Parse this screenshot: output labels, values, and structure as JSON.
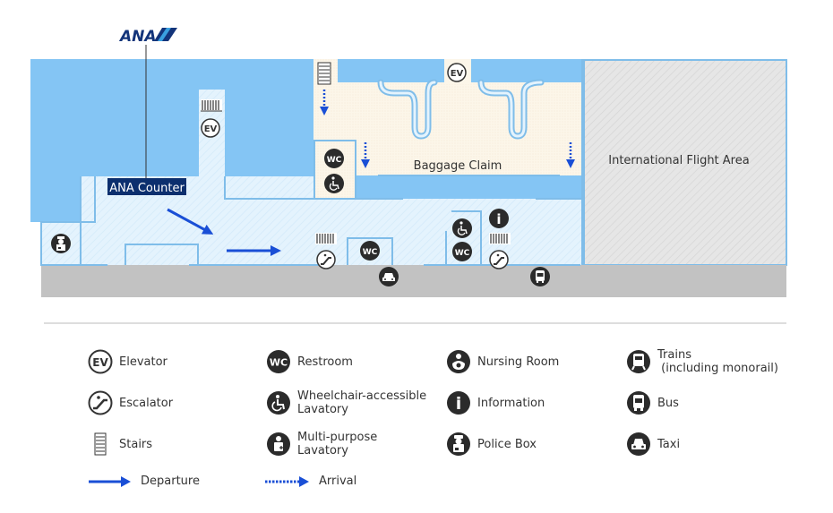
{
  "brand": {
    "logo_text": "ANA",
    "color": "#13347a"
  },
  "map": {
    "counter_label": "ANA Counter",
    "baggage_claim_label": "Baggage Claim",
    "international_area_label": "International Flight Area",
    "colors": {
      "outdoor_blue": "#84c5f4",
      "floor_light": "#e4f3fd",
      "baggage_floor": "#fbf5e8",
      "international_gray": "#e2e2e2",
      "road_gray": "#c2c2c2",
      "wall": "#7fbde9",
      "arrow_blue": "#1a4fd6",
      "icon_dark": "#2b2b2b"
    }
  },
  "legend": {
    "elevator": "Elevator",
    "escalator": "Escalator",
    "stairs": "Stairs",
    "departure": "Departure",
    "restroom": "Restroom",
    "wheelchair_line1": "Wheelchair-accessible",
    "wheelchair_line2": "Lavatory",
    "multipurpose_line1": "Multi-purpose",
    "multipurpose_line2": "Lavatory",
    "arrival": "Arrival",
    "nursing": "Nursing Room",
    "information": "Information",
    "police": "Police Box",
    "trains_line1": "Trains",
    "trains_line2": " (including monorail)",
    "bus": "Bus",
    "taxi": "Taxi"
  },
  "icon_text": {
    "ev": "EV",
    "wc": "WC",
    "info": "i"
  }
}
